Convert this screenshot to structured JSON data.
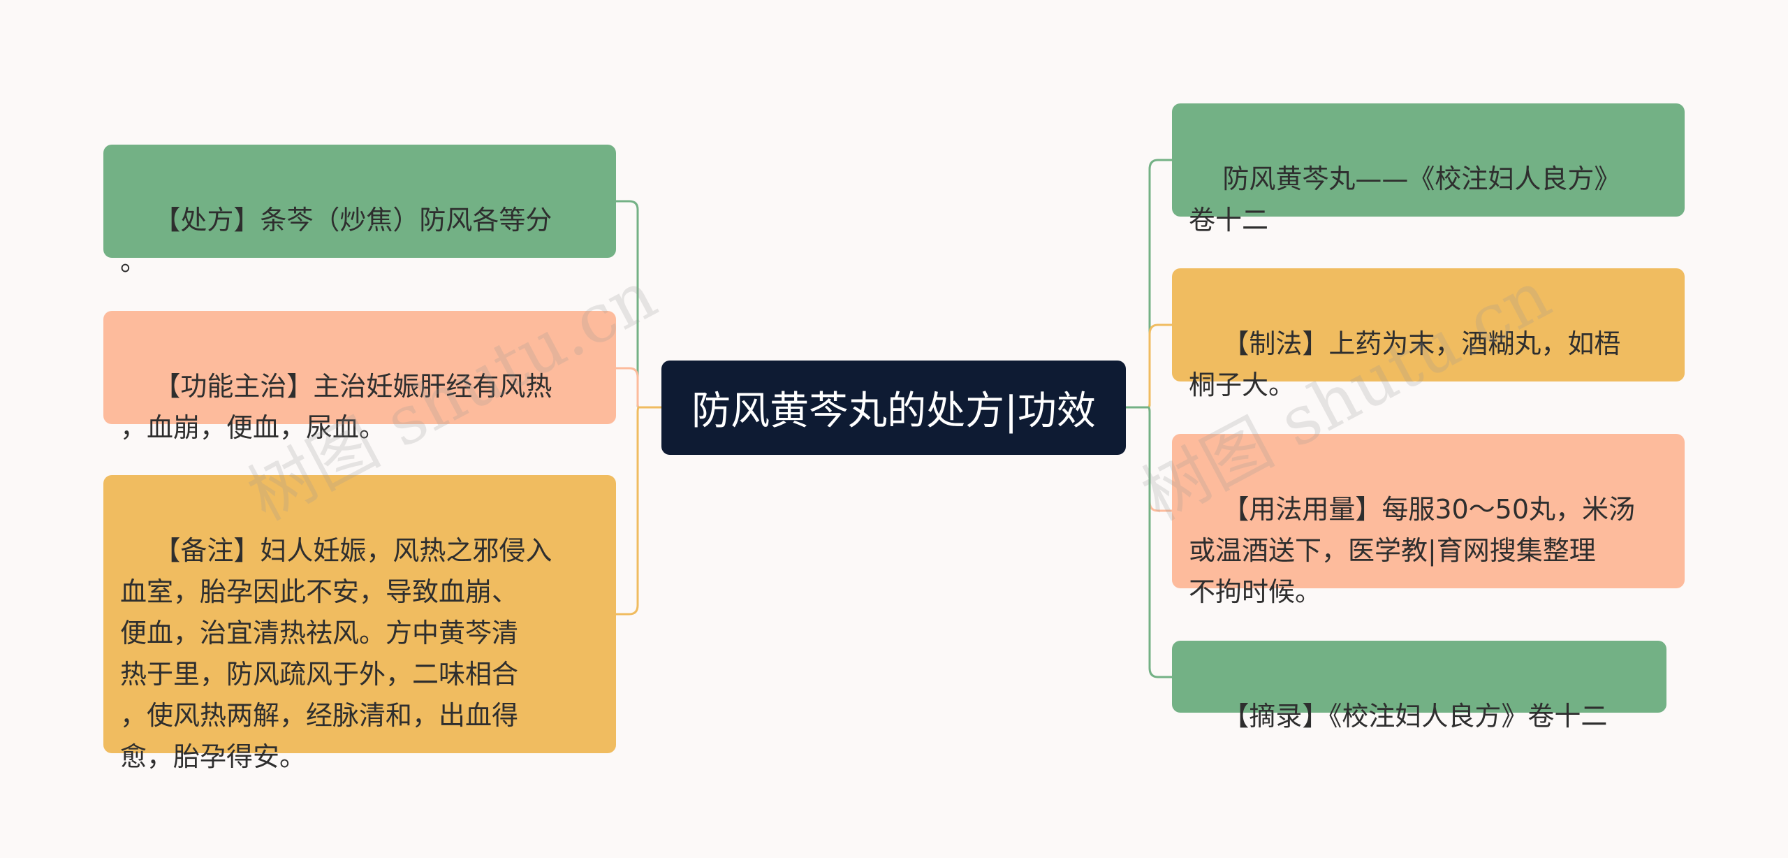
{
  "root": {
    "label": "防风黄芩丸的处方|功效"
  },
  "left": [
    {
      "text": "【处方】条芩（炒焦）防风各等分\n。",
      "color": "green"
    },
    {
      "text": "【功能主治】主治妊娠肝经有风热\n，血崩，便血，尿血。",
      "color": "peach"
    },
    {
      "text": "【备注】妇人妊娠，风热之邪侵入\n血室，胎孕因此不安，导致血崩、\n便血，治宜清热祛风。方中黄芩清\n热于里，防风疏风于外，二味相合\n，使风热两解，经脉清和，出血得\n愈，胎孕得安。",
      "color": "amber"
    }
  ],
  "right": [
    {
      "text": "防风黄芩丸——《校注妇人良方》\n卷十二",
      "color": "green"
    },
    {
      "text": "【制法】上药为末，酒糊丸，如梧\n桐子大。",
      "color": "amber"
    },
    {
      "text": "【用法用量】每服30～50丸，米汤\n或温酒送下，医学教|育网搜集整理\n不拘时候。",
      "color": "peach"
    },
    {
      "text": "【摘录】《校注妇人良方》卷十二",
      "color": "green"
    }
  ],
  "watermark": {
    "text": "树图 shutu.cn"
  },
  "colors": {
    "green": "#73b185",
    "peach": "#fdbb9c",
    "amber": "#f0bc60",
    "root": "#0e1b33"
  }
}
